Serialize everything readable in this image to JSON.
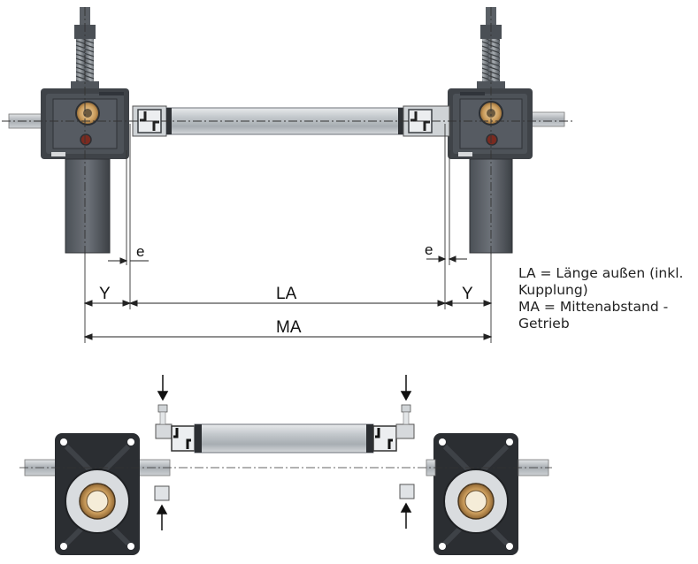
{
  "dimensions": {
    "e_left": "e",
    "e_right": "e",
    "y_left": "Y",
    "la": "LA",
    "y_right": "Y",
    "ma": "MA"
  },
  "legend": {
    "line1": "LA = Länge außen (inkl. Kupplung)",
    "line2": "MA = Mittenabstand - Getrieb"
  },
  "colors": {
    "housing": "#3f4348",
    "housing_light": "#6b7077",
    "shaft": "#b9bec3",
    "tube": "#c9cdd1",
    "tube_dark": "#8c9298",
    "bronze": "#c89a5a",
    "line": "#222222"
  }
}
